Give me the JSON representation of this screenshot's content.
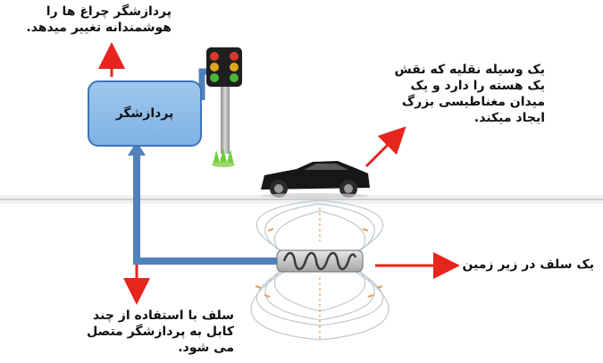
{
  "processor": {
    "label": "پردازشگر"
  },
  "annotations": {
    "traffic_light_control": "پردازشگر چراغ ها را\nهوشمندانه تغییر میدهد.",
    "vehicle": "یک وسیله نقلیه که نقش\nیک هسته را دارد و یک\nمیدان مغناطیسی بزرگ\nایجاد میکند.",
    "coil": "یک سلف در زیر زمین",
    "cable": "سلف با استفاده از چند\nکابل به پردازشگر متصل\nمی شود."
  },
  "colors": {
    "pipe": "#4f81bd",
    "arrow": "#e5251e",
    "ground": "#d9d9d9",
    "box_border": "#3f74b7"
  }
}
